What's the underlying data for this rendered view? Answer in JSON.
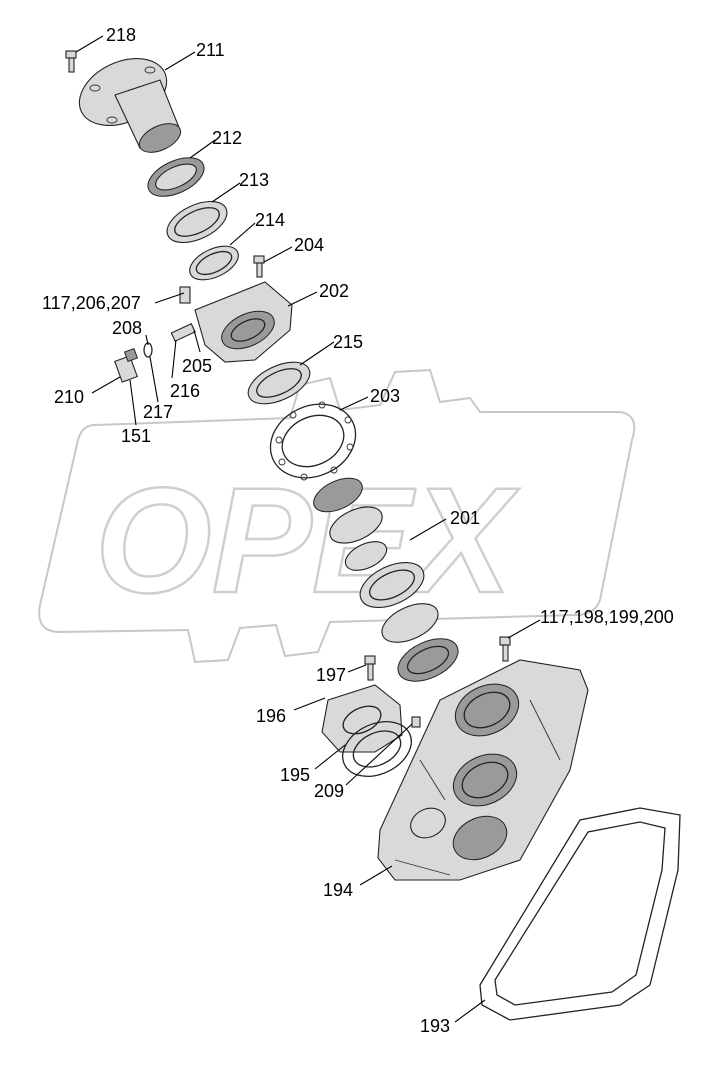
{
  "watermark": {
    "text": "OPEX"
  },
  "callouts": [
    {
      "id": "218",
      "text": "218"
    },
    {
      "id": "211",
      "text": "211"
    },
    {
      "id": "212",
      "text": "212"
    },
    {
      "id": "213",
      "text": "213"
    },
    {
      "id": "214",
      "text": "214"
    },
    {
      "id": "204",
      "text": "204"
    },
    {
      "id": "117-206-207",
      "text": "117,206,207"
    },
    {
      "id": "202",
      "text": "202"
    },
    {
      "id": "208",
      "text": "208"
    },
    {
      "id": "205",
      "text": "205"
    },
    {
      "id": "216",
      "text": "216"
    },
    {
      "id": "215",
      "text": "215"
    },
    {
      "id": "210",
      "text": "210"
    },
    {
      "id": "217",
      "text": "217"
    },
    {
      "id": "203",
      "text": "203"
    },
    {
      "id": "151",
      "text": "151"
    },
    {
      "id": "201",
      "text": "201"
    },
    {
      "id": "117-198-199-200",
      "text": "117,198,199,200"
    },
    {
      "id": "197",
      "text": "197"
    },
    {
      "id": "196",
      "text": "196"
    },
    {
      "id": "195",
      "text": "195"
    },
    {
      "id": "209",
      "text": "209"
    },
    {
      "id": "194",
      "text": "194"
    },
    {
      "id": "193",
      "text": "193"
    }
  ]
}
